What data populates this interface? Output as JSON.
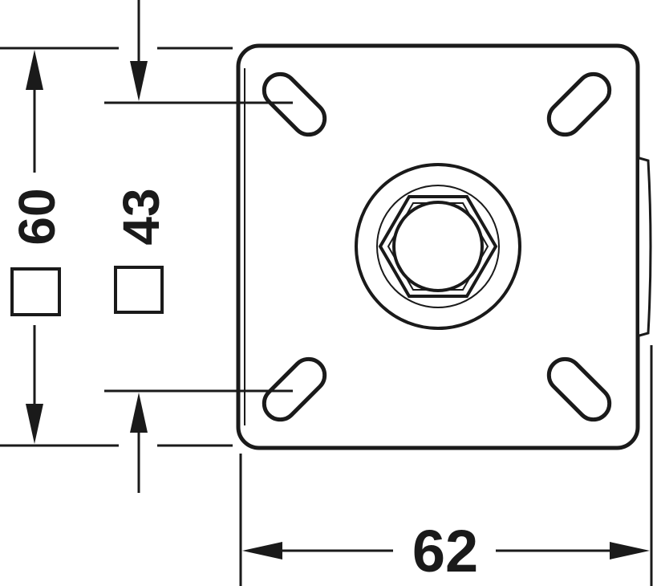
{
  "drawing": {
    "outer_size_label": "60",
    "hole_spacing_label": "43",
    "overall_width_label": "62",
    "square_symbol": "square-icon",
    "line_color": "#1a1a1a",
    "background": "#ffffff"
  }
}
